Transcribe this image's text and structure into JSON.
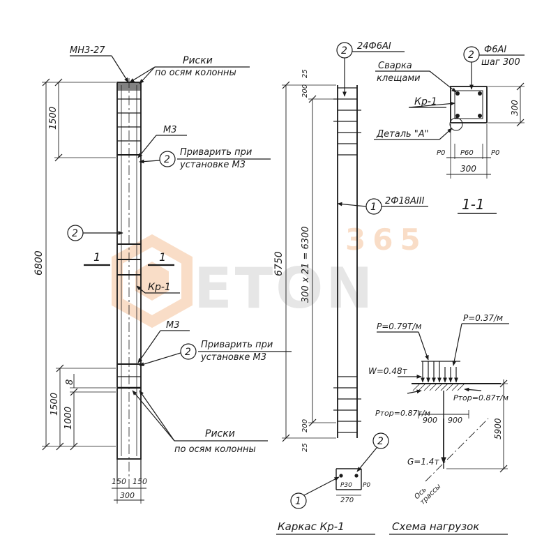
{
  "watermark": {
    "number": "365",
    "brand": "ETON",
    "color": "#f0a060"
  },
  "ink_color": "#1a1a1a",
  "column_elevation": {
    "top_part": "МН3-27",
    "risks_top_line1": "Риски",
    "risks_top_line2": "по осям колонны",
    "m3_top": "М3",
    "weld_top_line1": "Приварить при",
    "weld_top_line2": "установке М3",
    "callout_2": "2",
    "section_mark": "1",
    "frame_label": "Кр-1",
    "m3_bottom": "М3",
    "weld_bottom_line1": "Приварить при",
    "weld_bottom_line2": "установке М3",
    "risks_bottom_line1": "Риски",
    "risks_bottom_line2": "по осям колонны",
    "dims": {
      "total": "6800",
      "top": "1500",
      "bottom": "1500",
      "lower": "1000",
      "small": "8",
      "half_left": "150",
      "half_right": "150",
      "width": "300"
    }
  },
  "frame": {
    "stirrups_label": "24Ф6АI",
    "longitudinal_label": "2Ф18АIII",
    "callout_1": "1",
    "callout_2": "2",
    "dims": {
      "total": "6750",
      "spacing": "300 x 21 = 6300",
      "top_small": "25",
      "top_second": "200",
      "bottom_second": "200",
      "bottom_small": "25"
    },
    "section_mini": {
      "inner": "P30",
      "side": "P0",
      "width": "270"
    },
    "title": "Каркас Кр-1"
  },
  "section": {
    "title": "1-1",
    "callout_2": "2",
    "stirrup_line1": "Ф6АI",
    "stirrup_line2": "шаг 300",
    "weld_line1": "Сварка",
    "weld_line2": "клещами",
    "frame_label": "Кр-1",
    "detail_label": "Деталь \"А\"",
    "height": "300",
    "width": "300",
    "left_edge": "P0",
    "inner": "P60",
    "right_edge": "P0"
  },
  "load_scheme": {
    "p_left": "P=0.79T/м",
    "p_right": "P=0.37/м",
    "w": "W=0.48т",
    "p_top": "Pтор=0.87т/м",
    "p_bottom": "Pтор=0.87т/м",
    "span_left": "900",
    "span_right": "900",
    "height": "5900",
    "g": "G=1.4т",
    "axis_line1": "Ось",
    "axis_line2": "трассы",
    "title": "Схема нагрузок"
  }
}
